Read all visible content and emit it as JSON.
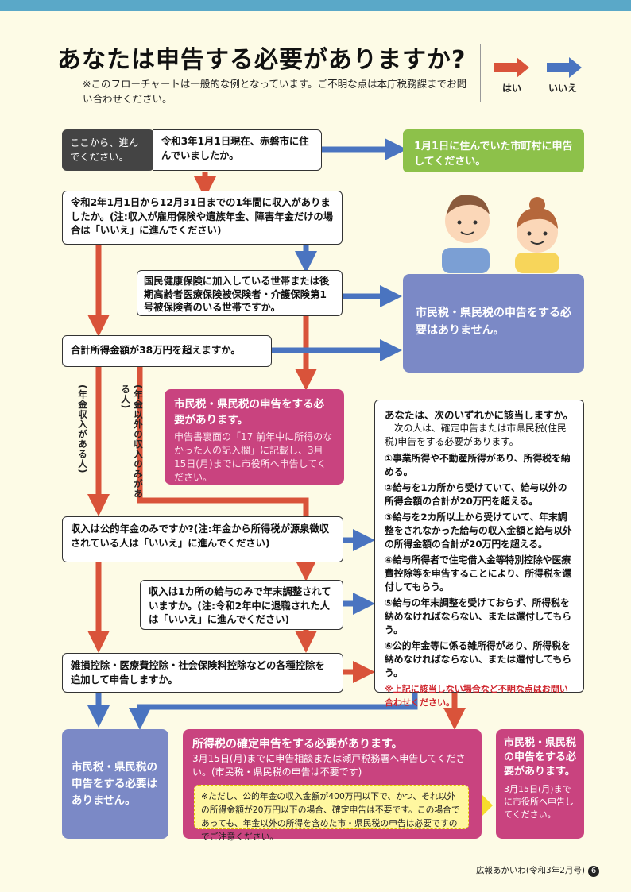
{
  "page_title": "あなたは申告する必要がありますか?",
  "note": "※このフローチャートは一般的な例となっています。ご不明な点は本庁税務課までお問い合わせください。",
  "legend": {
    "yes": "はい",
    "no": "いいえ",
    "yes_color": "#d9533a",
    "no_color": "#4a74c0"
  },
  "start": "ここから、進んでください。",
  "q1": "令和3年1月1日現在、赤磐市に住んでいましたか。",
  "r_other_city": "1月1日に住んでいた市町村に申告してください。",
  "q2": "令和2年1月1日から12月31日までの1年間に収入がありましたか。(注:収入が雇用保険や遺族年金、障害年金だけの場合は「いいえ」に進んでください)",
  "q3": "国民健康保険に加入している世帯または後期高齢者医療保険被保険者・介護保険第1号被保険者のいる世帯ですか。",
  "r_no_need_top": "市民税・県民税の申告をする必要はありません。",
  "q4": "合計所得金額が38万円を超えますか。",
  "label_pension": "(年金収入がある人)",
  "label_non_pension": "(年金以外の収入のみがある人)",
  "r_city_needed": {
    "head": "市民税・県民税の申告をする必要があります。",
    "body": "申告書裏面の「17 前年中に所得のなかった人の記入欄」に記載し、3月15日(月)までに市役所へ申告してください。"
  },
  "q_conditions": {
    "head": "あなたは、次のいずれかに該当しますか。",
    "intro": "次の人は、確定申告または市県民税(住民税)申告をする必要があります。",
    "items": [
      "①事業所得や不動産所得があり、所得税を納める。",
      "②給与を1カ所から受けていて、給与以外の所得金額の合計が20万円を超える。",
      "③給与を2カ所以上から受けていて、年末調整をされなかった給与の収入金額と給与以外の所得金額の合計が20万円を超える。",
      "④給与所得者で住宅借入金等特別控除や医療費控除等を申告することにより、所得税を還付してもらう。",
      "⑤給与の年末調整を受けておらず、所得税を納めなければならない、または還付してもらう。",
      "⑥公的年金等に係る雑所得があり、所得税を納めなければならない、または還付してもらう。"
    ],
    "footnote": "※上記に該当しない場合など不明な点はお問い合わせください。"
  },
  "q5": "収入は公的年金のみですか?(注:年金から所得税が源泉徴収されている人は「いいえ」に進んでください)",
  "q6": "収入は1カ所の給与のみで年末調整されていますか。(注:令和2年中に退職された人は「いいえ」に進んでください)",
  "q7": "雑損控除・医療費控除・社会保険料控除などの各種控除を追加して申告しますか。",
  "r_no_need_bottom": "市民税・県民税の申告をする必要はありません。",
  "r_income_tax": {
    "head": "所得税の確定申告をする必要があります。",
    "body": "3月15日(月)までに申告相談または瀬戸税務署へ申告してください。(市民税・県民税の申告は不要です)",
    "note": "※ただし、公的年金の収入金額が400万円以下で、かつ、それ以外の所得金額が20万円以下の場合、確定申告は不要です。この場合であっても、年金以外の所得を含めた市・県民税の申告は必要ですのでご注意ください。"
  },
  "r_city_needed_2": {
    "head": "市民税・県民税の申告をする必要があります。",
    "body": "3月15日(月)までに市役所へ申告してください。"
  },
  "footer": "広報あかいわ(令和3年2月号)",
  "page_number": "6"
}
